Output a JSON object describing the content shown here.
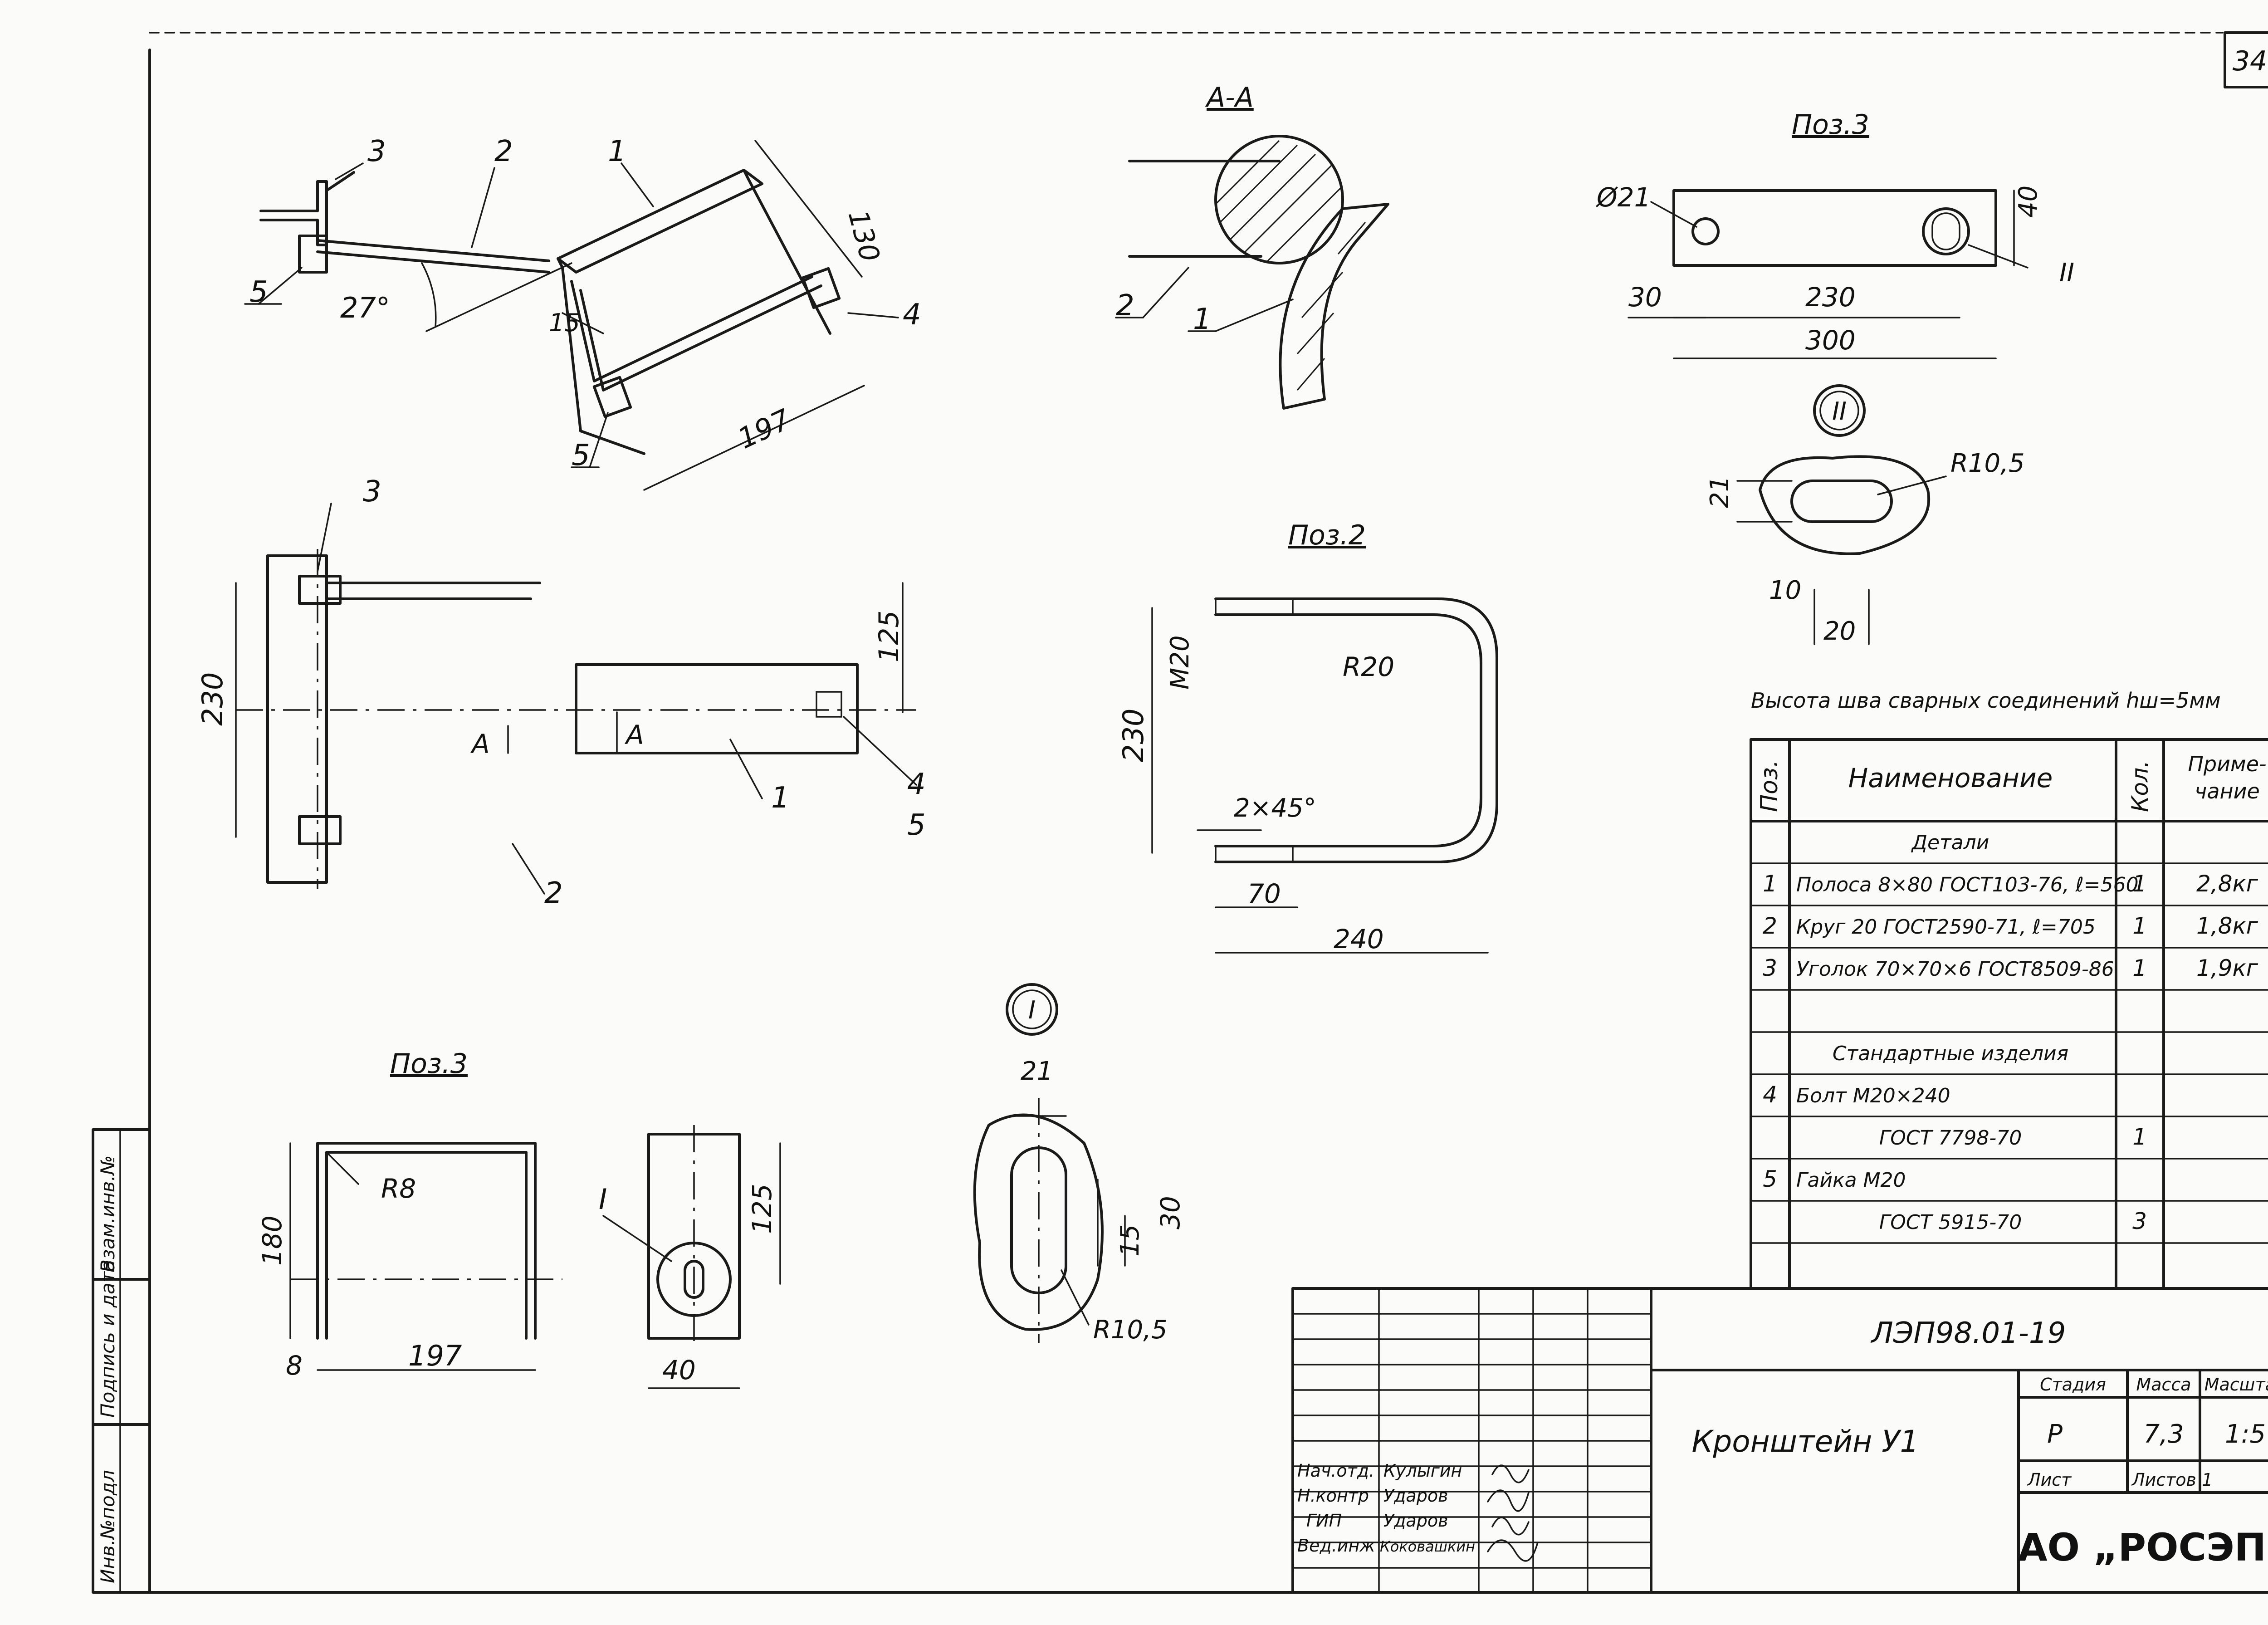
{
  "sheet_number": "34",
  "section_title": "А-А",
  "pos3_top_title": "Поз.3",
  "pos2_title": "Поз.2",
  "pos3_bottom_title": "Поз.3",
  "view_II_label": "II",
  "view_I_label": "I",
  "weld_note": "Высота шва сварных соединений  hш=5мм",
  "leaders": {
    "iso": [
      "3",
      "2",
      "1",
      "5",
      "4",
      "5"
    ],
    "plan": [
      "3",
      "1",
      "4",
      "5",
      "2"
    ],
    "section": [
      "2",
      "1"
    ],
    "pos3_ref_II": "II",
    "pos3_ref_I": "I",
    "plan_cut": "А"
  },
  "dims": {
    "iso": [
      "130",
      "27°",
      "15",
      "197"
    ],
    "pos3_top": [
      "Ø21",
      "40",
      "30",
      "230",
      "300"
    ],
    "view_II": [
      "R10,5",
      "21",
      "10",
      "20"
    ],
    "plan": [
      "230",
      "125"
    ],
    "pos2": [
      "М20",
      "R20",
      "230",
      "2×45°",
      "70",
      "240"
    ],
    "pos3_bottom": [
      "R8",
      "180",
      "8",
      "197",
      "125",
      "40"
    ],
    "view_I": [
      "21",
      "30",
      "15",
      "R10,5"
    ]
  },
  "spec": {
    "headers": [
      "Поз.",
      "Наименование",
      "Кол.",
      "Приме-\nчание"
    ],
    "rows": [
      {
        "pos": "",
        "name": "Детали",
        "qty": "",
        "note": ""
      },
      {
        "pos": "1",
        "name": "Полоса 8×80 ГОСТ103-76, ℓ=560",
        "qty": "1",
        "note": "2,8кг"
      },
      {
        "pos": "2",
        "name": "Круг 20 ГОСТ2590-71, ℓ=705",
        "qty": "1",
        "note": "1,8кг"
      },
      {
        "pos": "3",
        "name": "Уголок 70×70×6 ГОСТ8509-86",
        "qty": "1",
        "note": "1,9кг"
      },
      {
        "pos": "",
        "name": "",
        "qty": "",
        "note": ""
      },
      {
        "pos": "",
        "name": "Стандартные изделия",
        "qty": "",
        "note": ""
      },
      {
        "pos": "4",
        "name": "Болт  М20×240",
        "qty": "",
        "note": ""
      },
      {
        "pos": "",
        "name": "ГОСТ 7798-70",
        "qty": "1",
        "note": ""
      },
      {
        "pos": "5",
        "name": "Гайка  М20",
        "qty": "",
        "note": ""
      },
      {
        "pos": "",
        "name": "ГОСТ 5915-70",
        "qty": "3",
        "note": ""
      },
      {
        "pos": "",
        "name": "",
        "qty": "",
        "note": ""
      }
    ]
  },
  "title_block": {
    "doc_code": "ЛЭП98.01-19",
    "drawing_name": "Кронштейн  У1",
    "stage_label": "Стадия",
    "mass_label": "Масса",
    "scale_label": "Масштаб",
    "stage": "Р",
    "mass": "7,3",
    "scale": "1:5",
    "sheet_label": "Лист",
    "sheets_label": "Листов  1",
    "company": "АО „РОСЭП”",
    "signatures": [
      {
        "role": "Нач.отд.",
        "name": "Кулыгин"
      },
      {
        "role": "Н.контр",
        "name": "Ударов"
      },
      {
        "role": "ГИП",
        "name": "Ударов"
      },
      {
        "role": "Вед.инж",
        "name": "Коковашкин"
      }
    ]
  },
  "margin_labels": [
    "Инв.№подл",
    "Подпись и дата",
    "Взам.инв.№"
  ]
}
